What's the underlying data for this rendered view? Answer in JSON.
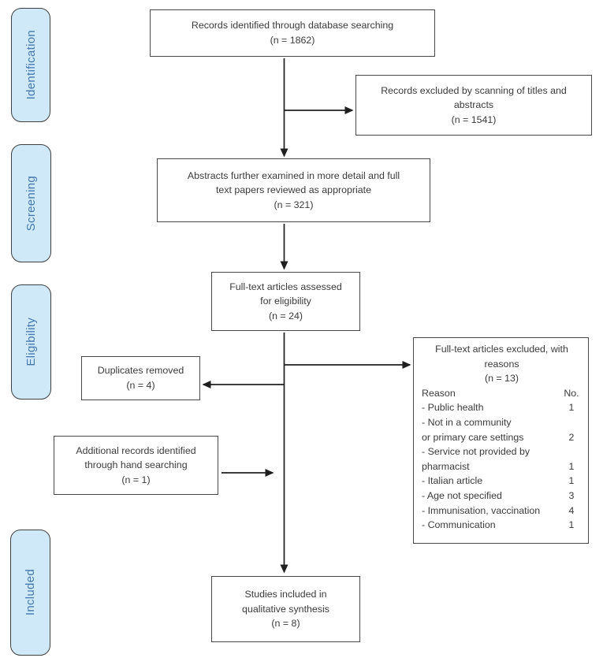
{
  "stages": {
    "identification": "Identification",
    "screening": "Screening",
    "eligibility": "Eligibility",
    "included": "Included"
  },
  "boxes": {
    "records_identified": {
      "text": "Records identified through database searching",
      "count": "(n = 1862)"
    },
    "records_excluded": {
      "text": "Records excluded by scanning of titles and\nabstracts",
      "count": "(n = 1541)"
    },
    "abstracts_examined": {
      "text": "Abstracts further examined in more detail and full\ntext papers reviewed as appropriate",
      "count": "(n = 321)"
    },
    "fulltext_assessed": {
      "text": "Full-text articles assessed\nfor eligibility",
      "count": "(n = 24)"
    },
    "duplicates_removed": {
      "text": "Duplicates removed",
      "count": "(n = 4)"
    },
    "additional_records": {
      "text": "Additional records identified\nthrough hand searching",
      "count": "(n = 1)"
    },
    "studies_included": {
      "text": "Studies included in\nqualitative synthesis",
      "count": "(n = 8)"
    },
    "excluded_reasons": {
      "title": "Full-text articles excluded, with\nreasons",
      "count": "(n = 13)",
      "table": {
        "header": {
          "label": "Reason",
          "value": "No."
        },
        "rows": [
          {
            "label": "- Public health",
            "value": "1"
          },
          {
            "label": "- Not in a community\nor primary care settings",
            "value": "2"
          },
          {
            "label": "- Service not provided by\npharmacist",
            "value": "1"
          },
          {
            "label": "- Italian article",
            "value": "1"
          },
          {
            "label": "- Age not specified",
            "value": "3"
          },
          {
            "label": "- Immunisation, vaccination",
            "value": "4"
          },
          {
            "label": "- Communication",
            "value": "1"
          }
        ]
      }
    }
  },
  "colors": {
    "stage_fill": "#cfe9f8",
    "stage_text": "#4678b0",
    "box_border": "#484848",
    "box_text": "#3b3b3b",
    "arrow": "#1f1f1f"
  }
}
